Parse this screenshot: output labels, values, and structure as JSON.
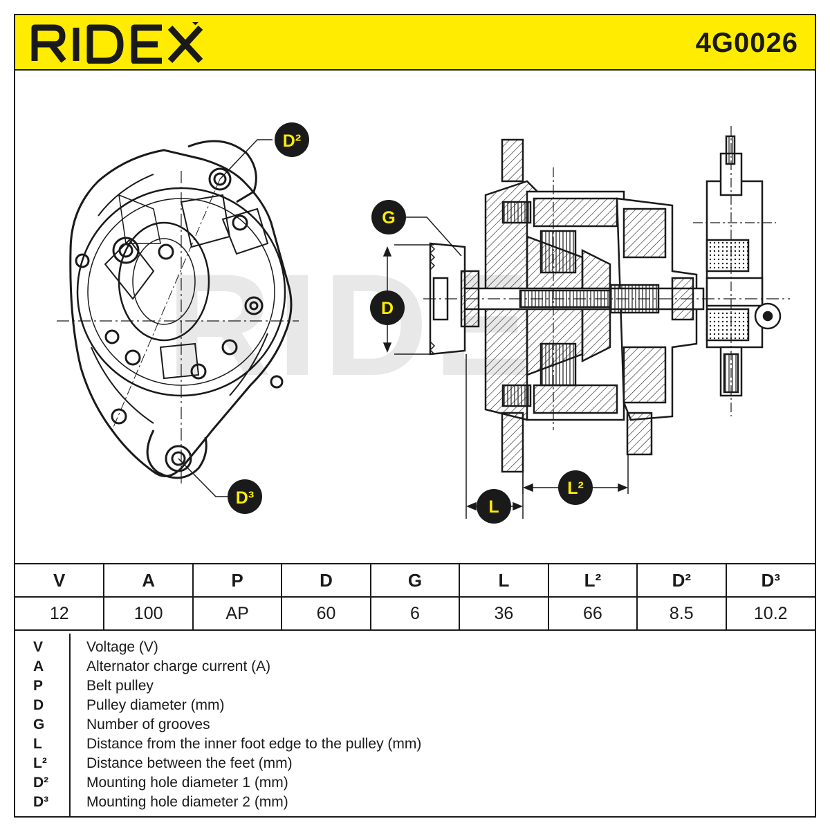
{
  "header": {
    "brand": "RIDEX",
    "part_number": "4G0026",
    "brand_color": "#ffec00"
  },
  "drawing": {
    "callouts": {
      "d2": "D²",
      "d3": "D³",
      "g": "G",
      "d": "D",
      "l": "L",
      "l2": "L²"
    },
    "callout_color": "#ffec00"
  },
  "specs": {
    "headers": [
      "V",
      "A",
      "P",
      "D",
      "G",
      "L",
      "L²",
      "D²",
      "D³"
    ],
    "values": [
      "12",
      "100",
      "AP",
      "60",
      "6",
      "36",
      "66",
      "8.5",
      "10.2"
    ]
  },
  "legend": [
    {
      "key": "V",
      "desc": "Voltage (V)"
    },
    {
      "key": "A",
      "desc": "Alternator charge current (A)"
    },
    {
      "key": "P",
      "desc": "Belt pulley"
    },
    {
      "key": "D",
      "desc": "Pulley diameter (mm)"
    },
    {
      "key": "G",
      "desc": "Number of grooves"
    },
    {
      "key": "L",
      "desc": "Distance from the inner foot edge to the pulley (mm)"
    },
    {
      "key": "L²",
      "desc": "Distance between the feet (mm)"
    },
    {
      "key": "D²",
      "desc": "Mounting hole diameter 1 (mm)"
    },
    {
      "key": "D³",
      "desc": "Mounting hole diameter 2 (mm)"
    }
  ]
}
